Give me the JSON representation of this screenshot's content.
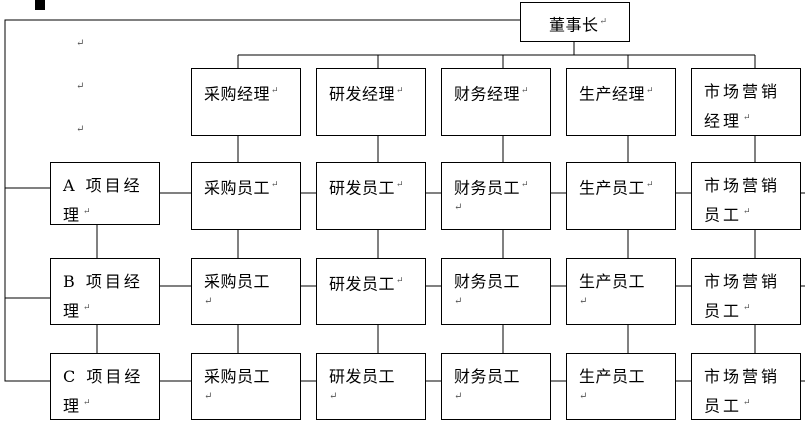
{
  "para_mark": "↵",
  "chairman": {
    "label": "董事长"
  },
  "managers": [
    {
      "id": "procurement",
      "label": "采购经理"
    },
    {
      "id": "rnd",
      "label": "研发经理"
    },
    {
      "id": "finance",
      "label": "财务经理"
    },
    {
      "id": "production",
      "label": "生产经理"
    },
    {
      "id": "marketing",
      "label": "市场营销经理"
    }
  ],
  "projects": [
    {
      "id": "a",
      "manager": "A 项目经理",
      "staff": [
        "采购员工",
        "研发员工",
        "财务员工",
        "生产员工",
        "市场营销员工"
      ]
    },
    {
      "id": "b",
      "manager": "B 项目经理",
      "staff": [
        "采购员工",
        "研发员工",
        "财务员工",
        "生产员工",
        "市场营销员工"
      ]
    },
    {
      "id": "c",
      "manager": "C 项目经理",
      "staff": [
        "采购员工",
        "研发员工",
        "财务员工",
        "生产员工",
        "市场营销员工"
      ]
    }
  ]
}
